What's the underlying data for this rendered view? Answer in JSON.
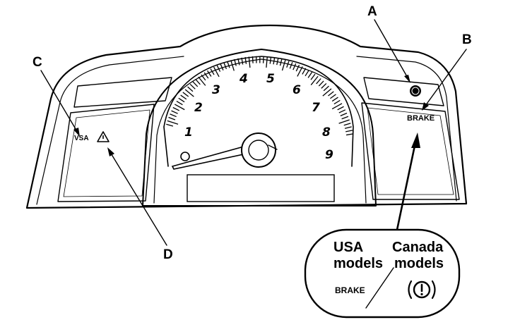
{
  "callouts": {
    "a": "A",
    "b": "B",
    "c": "C",
    "d": "D"
  },
  "tachometer": {
    "numbers": [
      "1",
      "2",
      "3",
      "4",
      "5",
      "6",
      "7",
      "8",
      "9"
    ]
  },
  "cluster_labels": {
    "vsa": "VSA",
    "brake": "BRAKE"
  },
  "inset": {
    "usa_line1": "USA",
    "usa_line2": "models",
    "canada_line1": "Canada",
    "canada_line2": "models",
    "usa_indicator": "BRAKE"
  }
}
